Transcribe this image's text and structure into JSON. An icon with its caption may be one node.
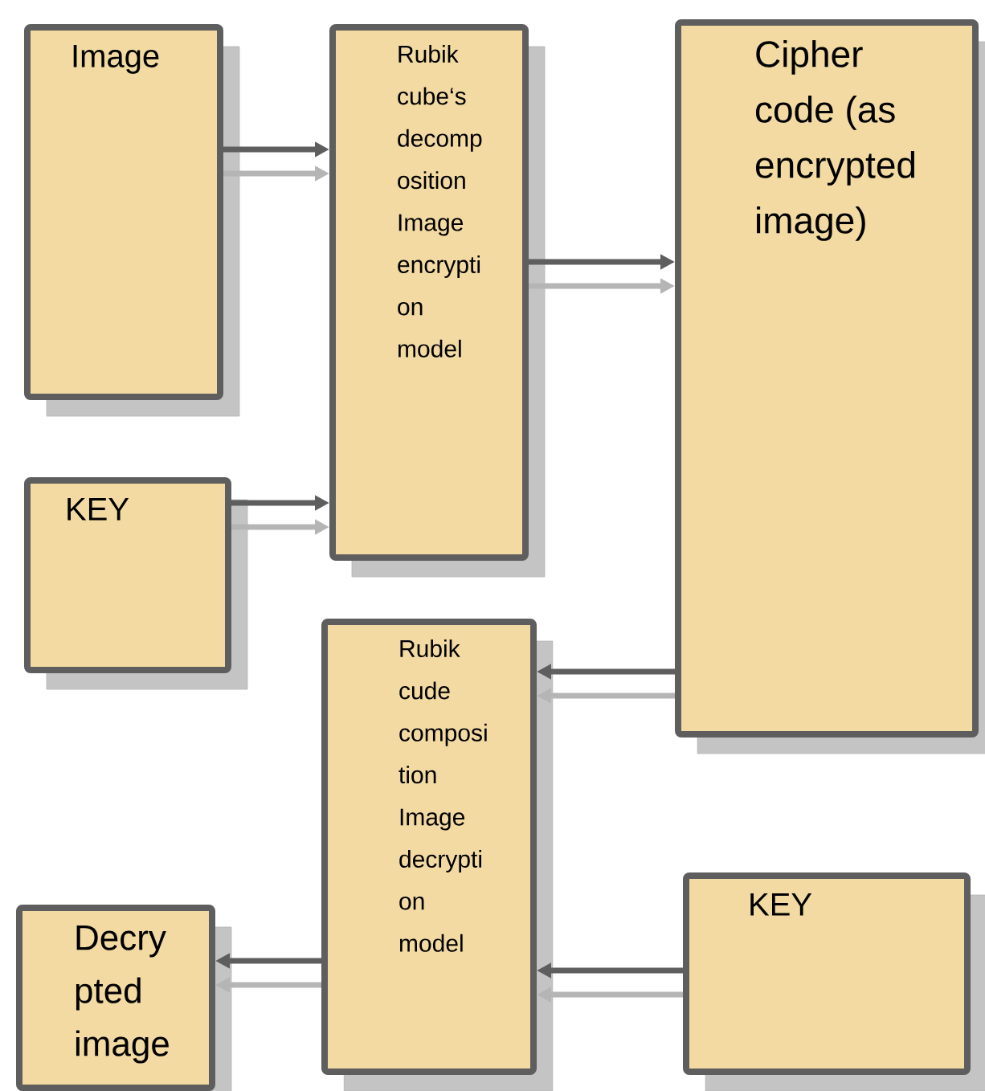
{
  "diagram": {
    "nodes": [
      {
        "text": [
          "Image"
        ]
      },
      {
        "text": [
          "Rubik cube‘s decomp osition Image encrypti on model"
        ]
      },
      {
        "text": [
          "Cipher code (as encrypted image)"
        ]
      },
      {
        "text": [
          "KEY"
        ]
      },
      {
        "text": [
          "Rubik cude composi tion Image decrypti on model"
        ]
      },
      {
        "text": [
          "Decry pted image"
        ]
      },
      {
        "text": [
          "KEY"
        ]
      }
    ],
    "edges": [
      {
        "from": 0,
        "to": 1,
        "arrow": "to"
      },
      {
        "from": 3,
        "to": 1,
        "arrow": "to"
      },
      {
        "from": 1,
        "to": 2,
        "arrow": "to"
      },
      {
        "from": 2,
        "to": 4,
        "arrow": "to"
      },
      {
        "from": 6,
        "to": 4,
        "arrow": "to"
      },
      {
        "from": 4,
        "to": 5,
        "arrow": "to"
      }
    ]
  }
}
